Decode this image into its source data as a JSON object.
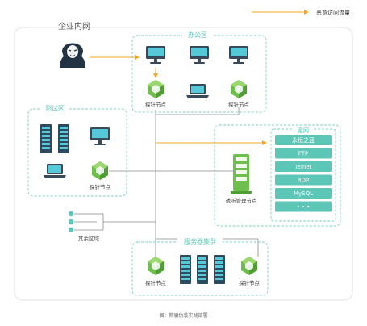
{
  "legend": {
    "label": "恶意访问流量"
  },
  "network": {
    "title": "企业内网"
  },
  "office_zone": {
    "title": "办公区",
    "probe_left_label": "探针节点",
    "probe_right_label": "探针节点"
  },
  "test_zone": {
    "title": "测试区",
    "probe_label": "探针节点"
  },
  "honeynet": {
    "title": "蜜网",
    "manager_label": "诱听管理节点",
    "services": [
      "永恒之蓝",
      "FTP",
      "Telnet",
      "RDP",
      "MySQL",
      "• • •"
    ]
  },
  "other_zone": {
    "label": "其余区域"
  },
  "server_zone": {
    "title": "服务器集群",
    "probe_left_label": "探针节点",
    "probe_right_label": "探针节点"
  },
  "caption": "图：欺骗伪装实践部署",
  "colors": {
    "accent": "#5cc6b7",
    "zone_border": "#7fd0c4",
    "malicious": "#f5a623",
    "service_box": "#5cc6b7",
    "monitor": "#3a4a5a",
    "server": "#2e4a5e",
    "probe": "#7dc45a",
    "hacker": "#223344"
  }
}
